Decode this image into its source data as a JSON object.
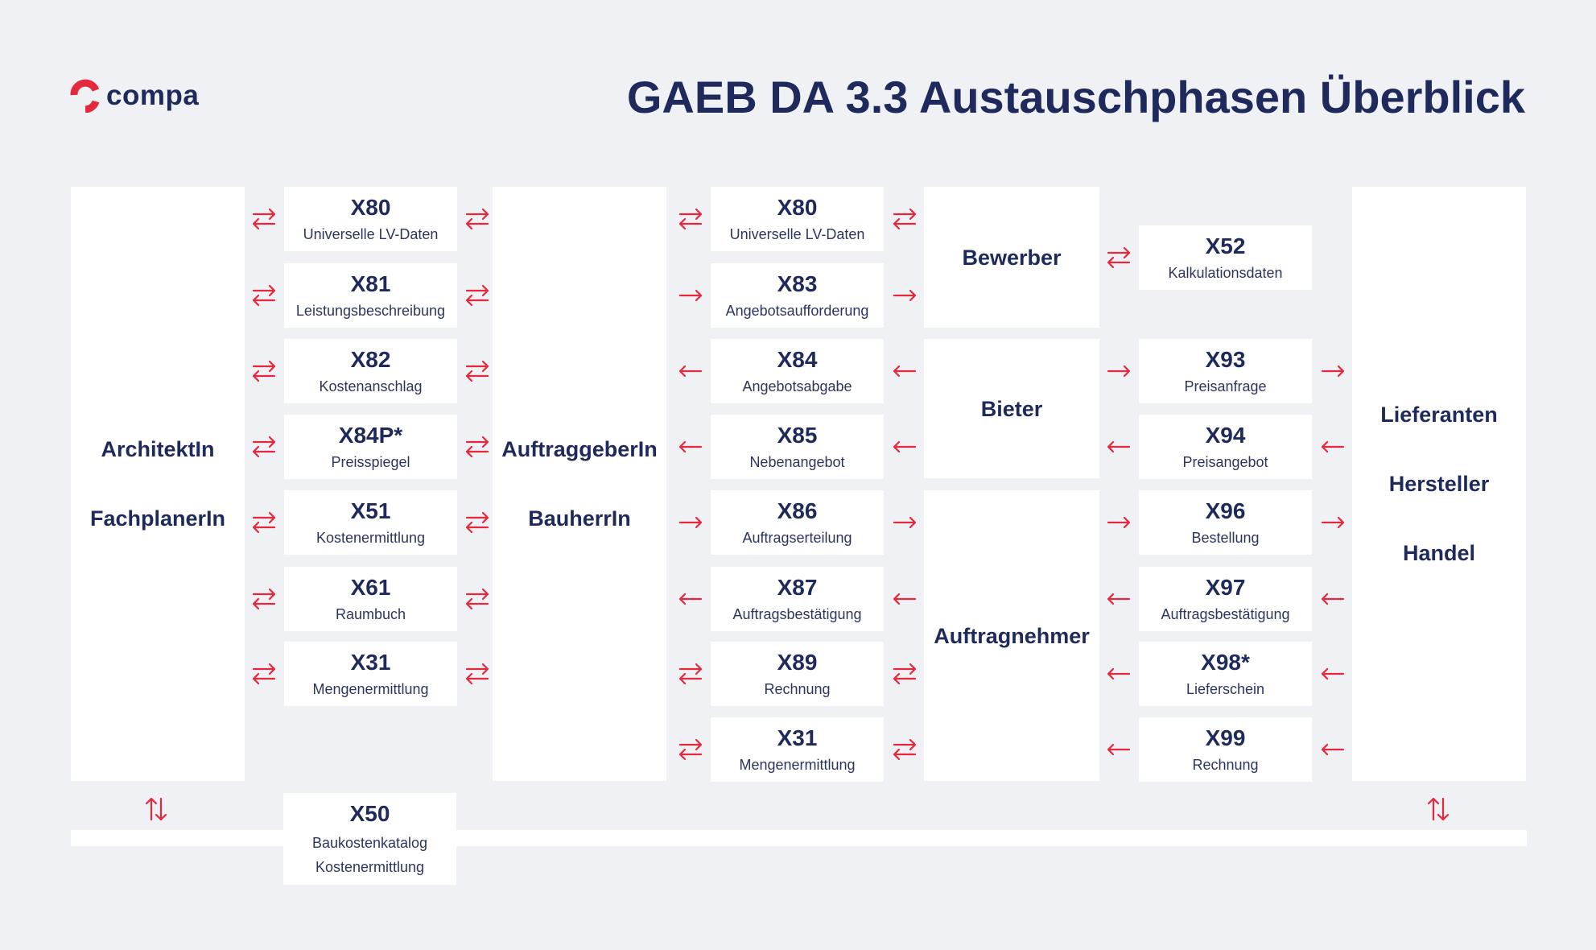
{
  "header": {
    "logo_text": "compa",
    "title": "GAEB DA 3.3 Austauschphasen Überblick"
  },
  "colors": {
    "navy": "#1f2a5c",
    "accent": "#e6283c",
    "background": "#f0f1f5",
    "box": "#ffffff"
  },
  "parties": {
    "architekt": {
      "line1": "ArchitektIn",
      "line2": "FachplanerIn"
    },
    "auftraggeber": {
      "line1": "AuftraggeberIn",
      "line2": "BauherrIn"
    },
    "bewerber": "Bewerber",
    "bieter": "Bieter",
    "auftragnehmer": "Auftragnehmer",
    "lieferanten": {
      "line1": "Lieferanten",
      "line2": "Hersteller",
      "line3": "Handel"
    }
  },
  "col1": [
    {
      "code": "X80",
      "label": "Universelle LV-Daten",
      "left": "both",
      "right": "both"
    },
    {
      "code": "X81",
      "label": "Leistungsbeschreibung",
      "left": "both",
      "right": "both"
    },
    {
      "code": "X82",
      "label": "Kostenanschlag",
      "left": "both",
      "right": "both"
    },
    {
      "code": "X84P*",
      "label": "Preisspiegel",
      "left": "both",
      "right": "both"
    },
    {
      "code": "X51",
      "label": "Kostenermittlung",
      "left": "both",
      "right": "both"
    },
    {
      "code": "X61",
      "label": "Raumbuch",
      "left": "both",
      "right": "both"
    },
    {
      "code": "X31",
      "label": "Mengenermittlung",
      "left": "both",
      "right": "both"
    }
  ],
  "col2": [
    {
      "code": "X80",
      "label": "Universelle LV-Daten",
      "left": "both",
      "right": "both"
    },
    {
      "code": "X83",
      "label": "Angebotsaufforderung",
      "left": "right",
      "right": "right"
    },
    {
      "code": "X84",
      "label": "Angebotsabgabe",
      "left": "left",
      "right": "left"
    },
    {
      "code": "X85",
      "label": "Nebenangebot",
      "left": "left",
      "right": "left"
    },
    {
      "code": "X86",
      "label": "Auftragserteilung",
      "left": "right",
      "right": "right"
    },
    {
      "code": "X87",
      "label": "Auftragsbestätigung",
      "left": "left",
      "right": "left"
    },
    {
      "code": "X89",
      "label": "Rechnung",
      "left": "both",
      "right": "both"
    },
    {
      "code": "X31",
      "label": "Mengenermittlung",
      "left": "both",
      "right": "both"
    }
  ],
  "col3": [
    {
      "code": "X52",
      "label": "Kalkulationsdaten",
      "left": "both"
    },
    {
      "code": "X93",
      "label": "Preisanfrage",
      "left": "right",
      "right": "right"
    },
    {
      "code": "X94",
      "label": "Preisangebot",
      "left": "left",
      "right": "left"
    },
    {
      "code": "X96",
      "label": "Bestellung",
      "left": "right",
      "right": "right"
    },
    {
      "code": "X97",
      "label": "Auftragsbestätigung",
      "left": "left",
      "right": "left"
    },
    {
      "code": "X98*",
      "label": "Lieferschein",
      "left": "left",
      "right": "left"
    },
    {
      "code": "X99",
      "label": "Rechnung",
      "left": "left",
      "right": "left"
    }
  ],
  "x50": {
    "code": "X50",
    "line1": "Baukostenkatalog",
    "line2": "Kostenermittlung"
  }
}
